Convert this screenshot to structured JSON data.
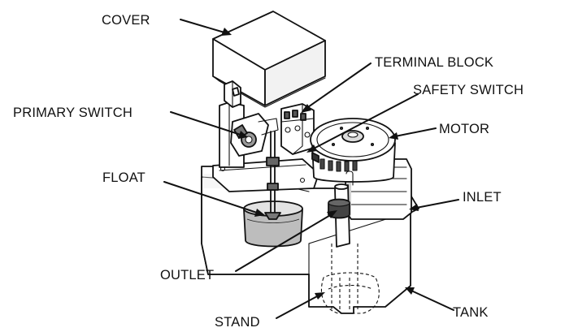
{
  "labels": {
    "cover": "COVER",
    "terminal_block": "TERMINAL BLOCK",
    "safety_switch": "SAFETY SWITCH",
    "primary_switch": "PRIMARY SWITCH",
    "motor": "MOTOR",
    "float": "FLOAT",
    "inlet": "INLET",
    "outlet": "OUTLET",
    "stand": "STAND",
    "tank": "TANK"
  }
}
